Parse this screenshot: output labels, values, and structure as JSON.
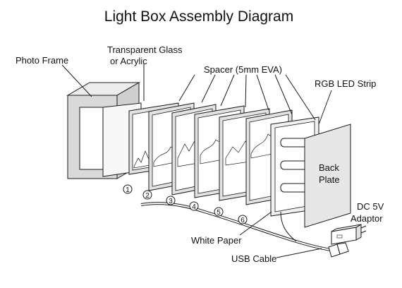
{
  "title": "Light Box Assembly Diagram",
  "labels": {
    "photo_frame": "Photo Frame",
    "glass_line1": "Transparent Glass",
    "glass_line2": "or Acrylic",
    "spacer": "Spacer (5mm EVA)",
    "led_strip": "RGB LED Strip",
    "back_line1": "Back",
    "back_line2": "Plate",
    "dc_line1": "DC 5V",
    "dc_line2": "Adaptor",
    "white_paper": "White Paper",
    "usb_cable": "USB Cable"
  },
  "layer_numbers": [
    "1",
    "2",
    "3",
    "4",
    "5",
    "6"
  ],
  "colors": {
    "line": "#1a1a1a",
    "panel_fill": "#ffffff",
    "frame_gray": "#d9d9d9",
    "frame_dark": "#b5b5b5",
    "back_plate": "#e6e6e6",
    "cable": "#c8c8c8"
  }
}
